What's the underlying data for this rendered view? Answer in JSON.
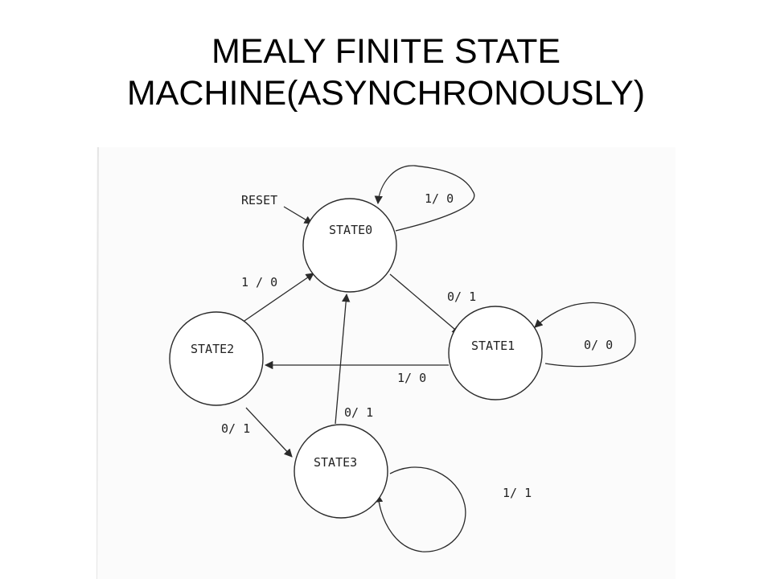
{
  "title": {
    "line1": "MEALY FINITE STATE",
    "line2": "MACHINE(ASYNCHRONOUSLY)"
  },
  "diagram": {
    "reset_label": "RESET",
    "states": {
      "s0": "STATE0",
      "s1": "STATE1",
      "s2": "STATE2",
      "s3": "STATE3"
    },
    "transitions": {
      "s0_self": "1/ 0",
      "s0_to_s1": "0/ 1",
      "s1_self": "0/ 0",
      "s1_to_s2": "1/ 0",
      "s2_to_s0": "1 / 0",
      "s2_to_s3": "0/ 1",
      "s3_to_s0": "0/ 1",
      "s3_self": "1/ 1"
    }
  }
}
